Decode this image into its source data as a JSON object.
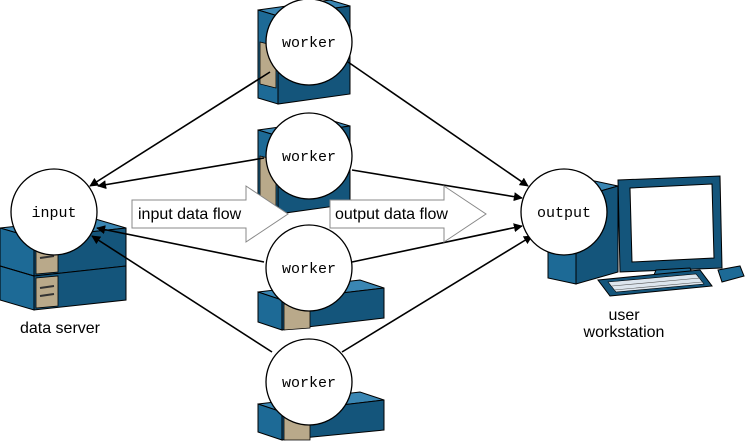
{
  "nodes": {
    "input": "input",
    "output": "output",
    "worker_1": "worker",
    "worker_2": "worker",
    "worker_3": "worker",
    "worker_4": "worker"
  },
  "labels": {
    "input_flow": "input data flow",
    "output_flow": "output data flow",
    "data_server": "data server",
    "user_workstation_line1": "user",
    "user_workstation_line2": "workstation"
  },
  "colors": {
    "hardware_blue": "#1d6a96",
    "panel_tan": "#b9a98a"
  }
}
